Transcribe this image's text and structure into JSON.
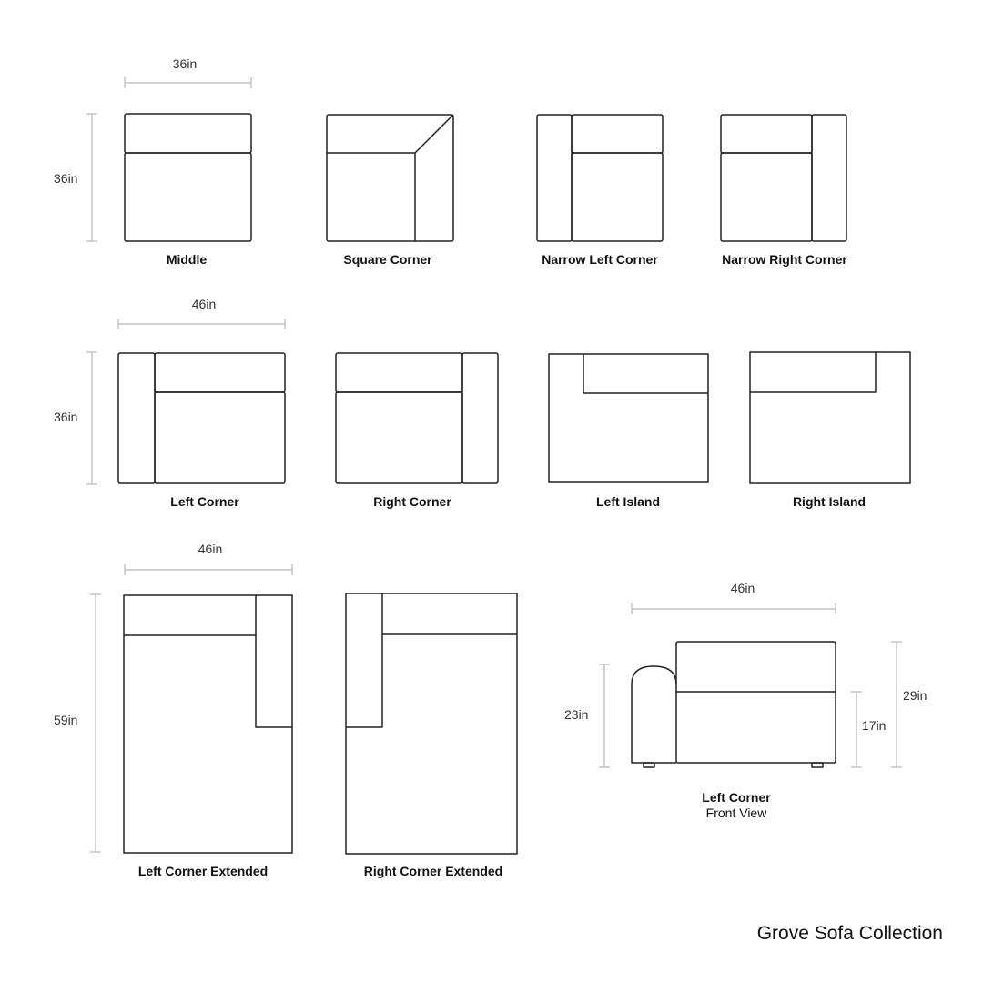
{
  "title": "Grove Sofa Collection",
  "dimensions": {
    "row1_width": "36in",
    "row1_depth": "36in",
    "row2_width": "46in",
    "row2_depth": "36in",
    "row3_width": "46in",
    "row3_depth": "59in",
    "front_width": "46in",
    "front_arm_height": "23in",
    "front_seat_height": "17in",
    "front_back_height": "29in"
  },
  "pieces": [
    {
      "name": "Middle"
    },
    {
      "name": "Square Corner"
    },
    {
      "name": "Narrow Left Corner"
    },
    {
      "name": "Narrow Right Corner"
    },
    {
      "name": "Left Corner"
    },
    {
      "name": "Right Corner"
    },
    {
      "name": "Left Island"
    },
    {
      "name": "Right Island"
    },
    {
      "name": "Left Corner Extended"
    },
    {
      "name": "Right Corner Extended"
    }
  ],
  "front_view": {
    "name": "Left Corner",
    "subtitle": "Front View"
  }
}
